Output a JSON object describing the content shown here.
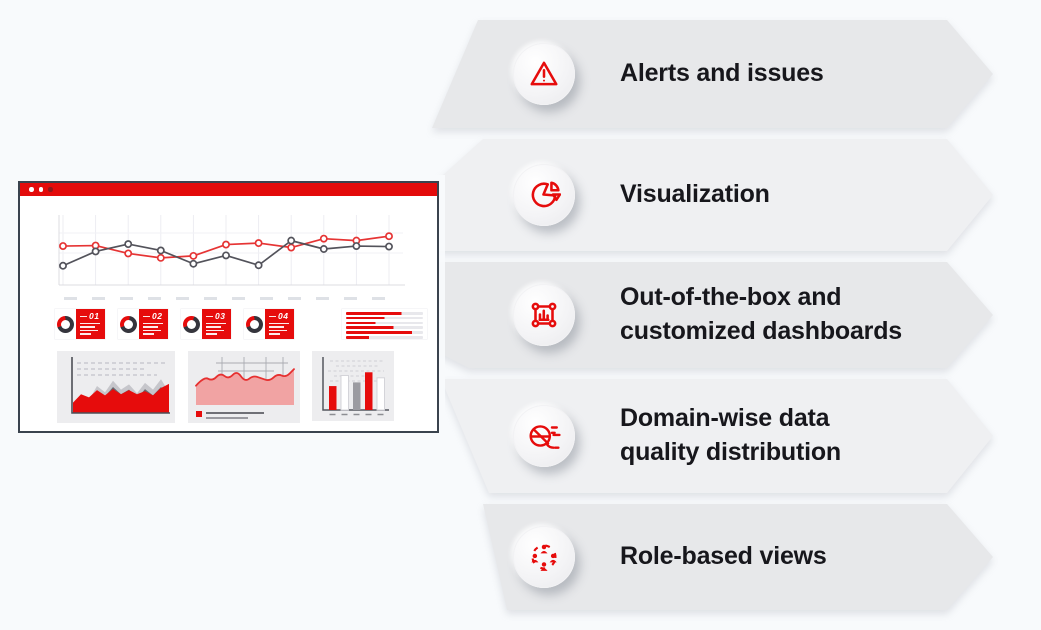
{
  "colors": {
    "accent_red": "#e60c0c",
    "titlebar_red": "#e30b0b",
    "banner_gray": "#e7e8ea",
    "banner_gray_light": "#eff0f2",
    "text_dark": "#17171c",
    "page_background": "#f8fafc",
    "window_border": "#3a434e"
  },
  "features": [
    {
      "label": "Alerts and issues",
      "icon": "warning-triangle-icon"
    },
    {
      "label": "Visualization",
      "icon": "pie-chart-icon"
    },
    {
      "label": "Out-of-the-box and\ncustomized dashboards",
      "icon": "dashboard-frame-icon"
    },
    {
      "label": "Domain-wise data\nquality distribution",
      "icon": "data-distribution-icon"
    },
    {
      "label": "Role-based views",
      "icon": "user-group-icon"
    }
  ],
  "window": {
    "list_bars": [
      72,
      50,
      38,
      62,
      86,
      30
    ]
  },
  "chart_data": [
    {
      "id": "trend-lines",
      "type": "line",
      "title": "",
      "x_points": 11,
      "ylim": [
        0,
        130
      ],
      "grid": true,
      "markers": "open-circle",
      "series": [
        {
          "name": "red-series",
          "color": "#e63434",
          "values": [
            71,
            72,
            56,
            47,
            51,
            74,
            77,
            68,
            86,
            82,
            91
          ]
        },
        {
          "name": "dark-series",
          "color": "#53535b",
          "values": [
            31,
            60,
            75,
            62,
            35,
            52,
            32,
            82,
            65,
            71,
            70
          ]
        }
      ]
    },
    {
      "id": "stacked-mountain",
      "type": "area",
      "ylim": [
        0,
        100
      ],
      "series": [
        {
          "name": "gray-light-layer",
          "color": "#c6c6cb",
          "values": [
            18,
            35,
            25,
            52,
            40,
            62,
            45,
            55,
            38,
            58,
            45,
            65,
            40
          ]
        },
        {
          "name": "gray-dark-layer",
          "color": "#5f5f66",
          "values": [
            12,
            28,
            20,
            42,
            32,
            50,
            36,
            45,
            28,
            46,
            34,
            50,
            30
          ]
        },
        {
          "name": "red-layer",
          "color": "#e60c0c",
          "values": [
            20,
            36,
            30,
            44,
            34,
            46,
            36,
            44,
            36,
            42,
            34,
            48,
            56
          ]
        }
      ]
    },
    {
      "id": "wave-area",
      "type": "area",
      "ylim": [
        0,
        100
      ],
      "series": [
        {
          "name": "red-wave",
          "color": "#f19a9a",
          "line_color": "#e63030",
          "values": [
            42,
            62,
            52,
            70,
            56,
            75,
            50,
            64,
            58,
            52,
            68,
            60,
            78
          ]
        }
      ]
    },
    {
      "id": "mini-bars",
      "type": "bar",
      "ylim": [
        0,
        100
      ],
      "values": [
        52,
        75,
        60,
        82,
        70
      ],
      "colors": [
        "#e60c0c",
        "#ffffff",
        "#9b9ba1",
        "#e60c0c",
        "#ffffff"
      ]
    },
    {
      "id": "kpi-donuts",
      "type": "donut",
      "ring_color": "#35353d",
      "arc_color": "#e60c0c",
      "items": [
        {
          "number": "01",
          "percent": 30
        },
        {
          "number": "02",
          "percent": 33
        },
        {
          "number": "03",
          "percent": 36
        },
        {
          "number": "04",
          "percent": 30
        }
      ]
    }
  ]
}
